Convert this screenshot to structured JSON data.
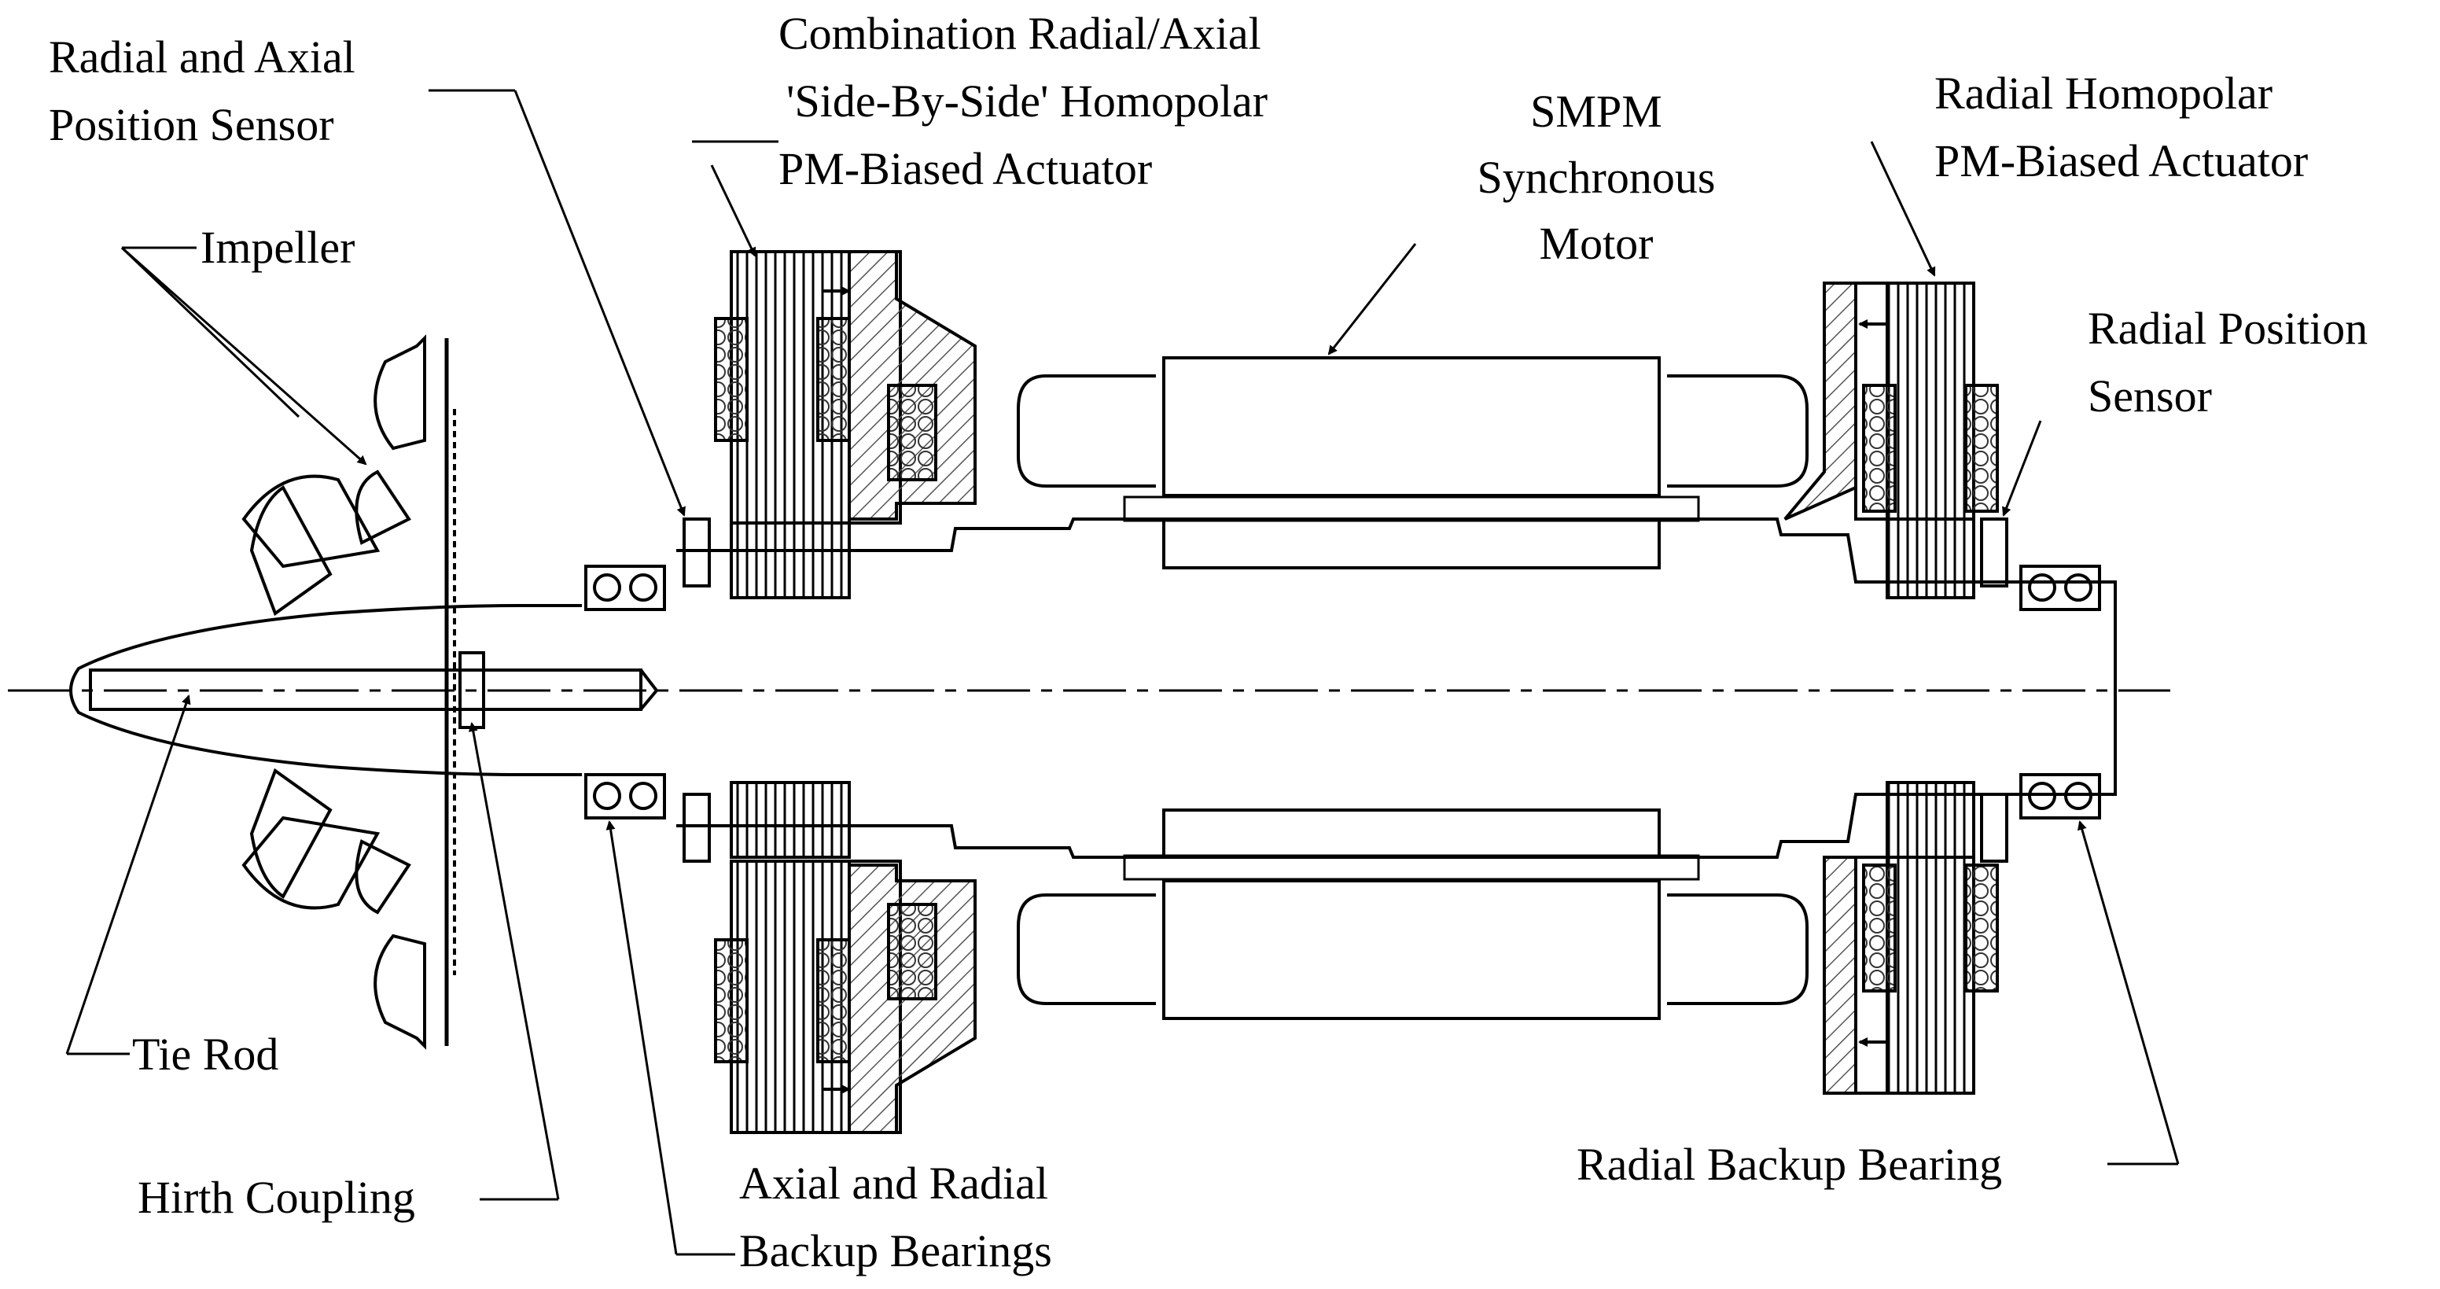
{
  "diagram": {
    "colors": {
      "ink": "#000000",
      "background": "#ffffff",
      "hatch_gray": "#555555"
    },
    "labels": {
      "radial_axial_sensor": [
        "Radial and Axial",
        "Position Sensor"
      ],
      "combination_actuator": [
        "Combination Radial/Axial",
        "'Side-By-Side' Homopolar",
        "PM-Biased Actuator"
      ],
      "smpm_motor": [
        "SMPM",
        "Synchronous",
        "Motor"
      ],
      "radial_homopolar_actuator": [
        "Radial Homopolar",
        "PM-Biased Actuator"
      ],
      "radial_position_sensor": [
        "Radial Position",
        "Sensor"
      ],
      "impeller": "Impeller",
      "tie_rod": "Tie Rod",
      "hirth_coupling": "Hirth Coupling",
      "axial_radial_backup": [
        "Axial and Radial",
        "Backup Bearings"
      ],
      "radial_backup_bearing": "Radial Backup Bearing"
    }
  }
}
